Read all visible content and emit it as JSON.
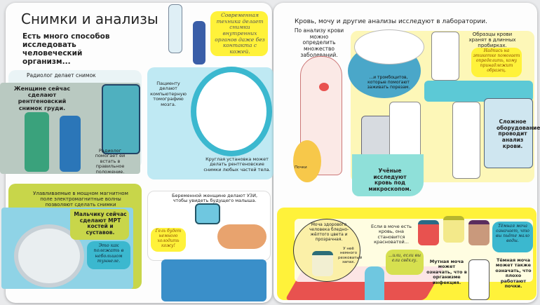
{
  "left_page": {
    "title": "Снимки и анализы",
    "subtitle": "Есть много способов исследовать человеческий организм...",
    "top_bubble": "Современная техника делает снимки внутренних органов даже без контакта с кожей.",
    "mammography": {
      "tab_text": "Радиолог делает снимок",
      "caption": "Женщине сейчас сделают рентгеновский снимок груди.",
      "note": "Радиолог помогает ей встать в правильное положение."
    },
    "ct": {
      "caption": "Пациенту делают компьютерную томографию мозга.",
      "note": "Круглая установка может делать рентгеновские снимки любых частей тела."
    },
    "mri": {
      "back_text": "Улавливаемые в мощном магнитном поле электромагнитные волны позволяют сделать снимки",
      "caption": "Мальчику сейчас сделают МРТ костей и суставов.",
      "bubble": "Это как полежать в небольшом туннеле."
    },
    "ultrasound": {
      "caption": "Беременной женщине делают УЗИ, чтобы увидеть будущего малыша.",
      "bubble": "Гель будет немного холодить кожу!"
    }
  },
  "right_page": {
    "header": "Кровь, мочу и другие анализы исследуют в лаборатории.",
    "blood_intro": "По анализу крови можно определить множество заболеваний.",
    "platelets": "...и тромбоцитов, которые помогают заживать порезам.",
    "kidneys_label": "Почки",
    "samples": "Образцы крови хранят в длинных пробирках.",
    "label_bubble": "Надпись на этикетке помогает определить, кому принадлежит образец.",
    "equipment": "Сложное оборудование проводит анализ крови.",
    "scientists": "Учёные исследуют кровь под микроскопом.",
    "urine": {
      "healthy": "Моча здорового человека бледно-жёлтого цвета и прозрачная.",
      "smell": "У неё немного резковатый запах.",
      "blood": "Если в моче есть кровь, она становится красноватой...",
      "beets": "...или, если вы ели свёклу.",
      "cloudy": "Мутная моча может означать, что в организме инфекция.",
      "dark_bubble": "Тёмная моча означает, что вы пьёте мало воды.",
      "dark_kidneys": "Тёмная моча может также означать, что плохо работают почки."
    }
  },
  "colors": {
    "yellow": "#fff23a",
    "teal": "#3bb8cf",
    "lightblue": "#bfe9f3",
    "olive": "#c8d64a",
    "grey_green": "#b9c9c1",
    "red": "#e8524f"
  }
}
